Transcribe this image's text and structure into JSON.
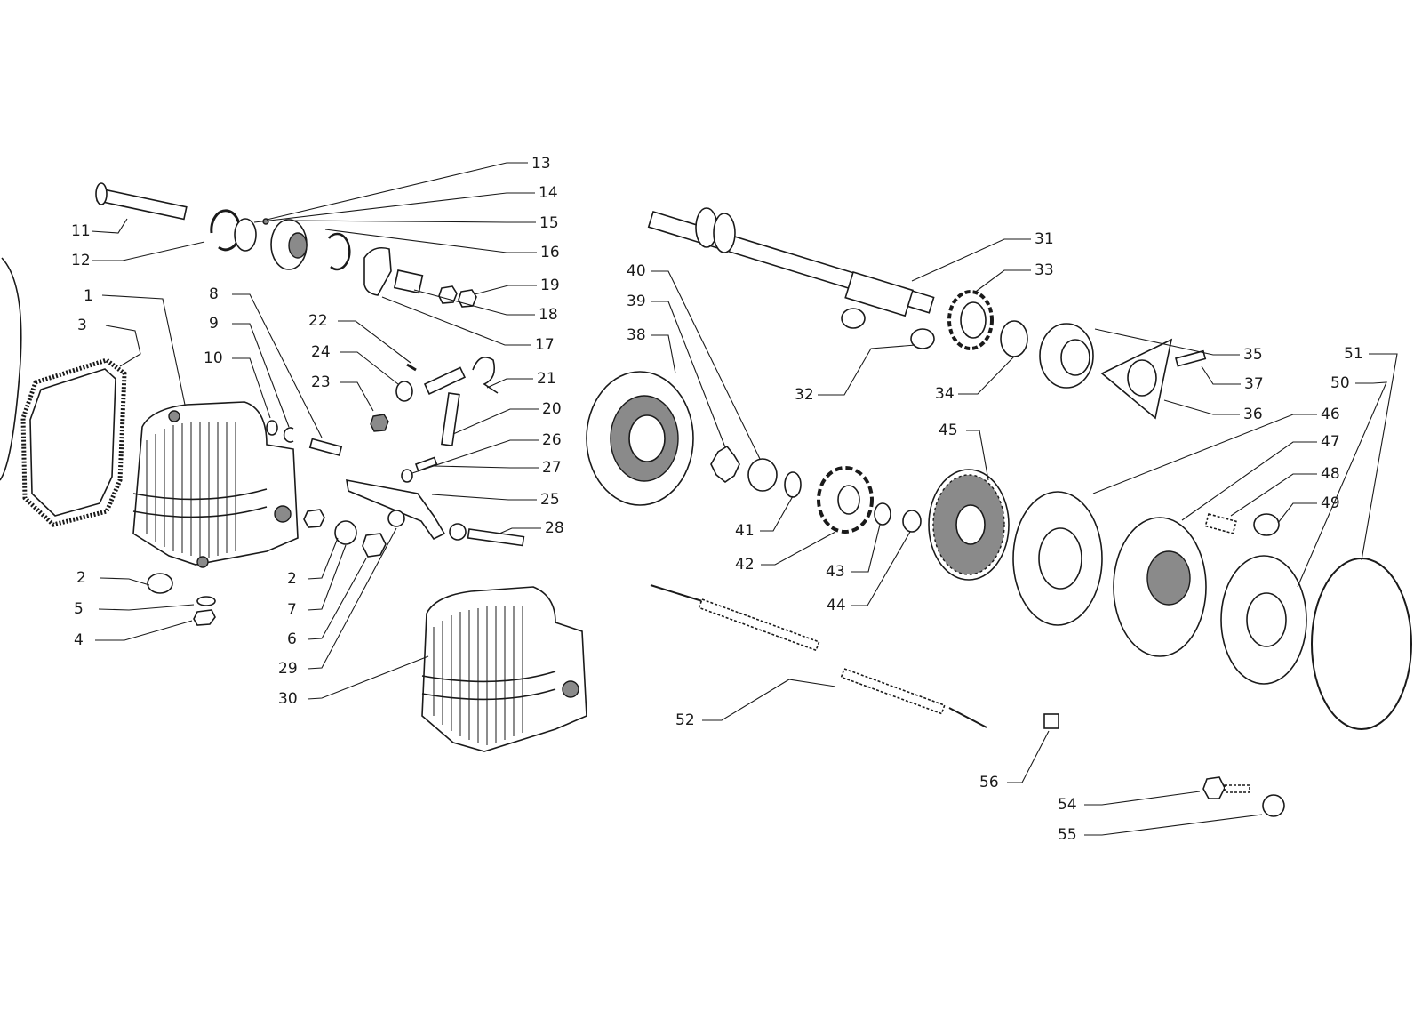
{
  "diagram": {
    "callouts": [
      "1",
      "2",
      "2",
      "3",
      "4",
      "5",
      "6",
      "7",
      "8",
      "9",
      "10",
      "11",
      "12",
      "13",
      "14",
      "15",
      "16",
      "17",
      "18",
      "19",
      "20",
      "21",
      "22",
      "23",
      "24",
      "25",
      "26",
      "27",
      "28",
      "29",
      "30",
      "31",
      "32",
      "33",
      "34",
      "35",
      "36",
      "37",
      "38",
      "39",
      "40",
      "41",
      "42",
      "43",
      "44",
      "45",
      "46",
      "47",
      "48",
      "49",
      "50",
      "51",
      "52",
      "54",
      "55",
      "56"
    ]
  }
}
